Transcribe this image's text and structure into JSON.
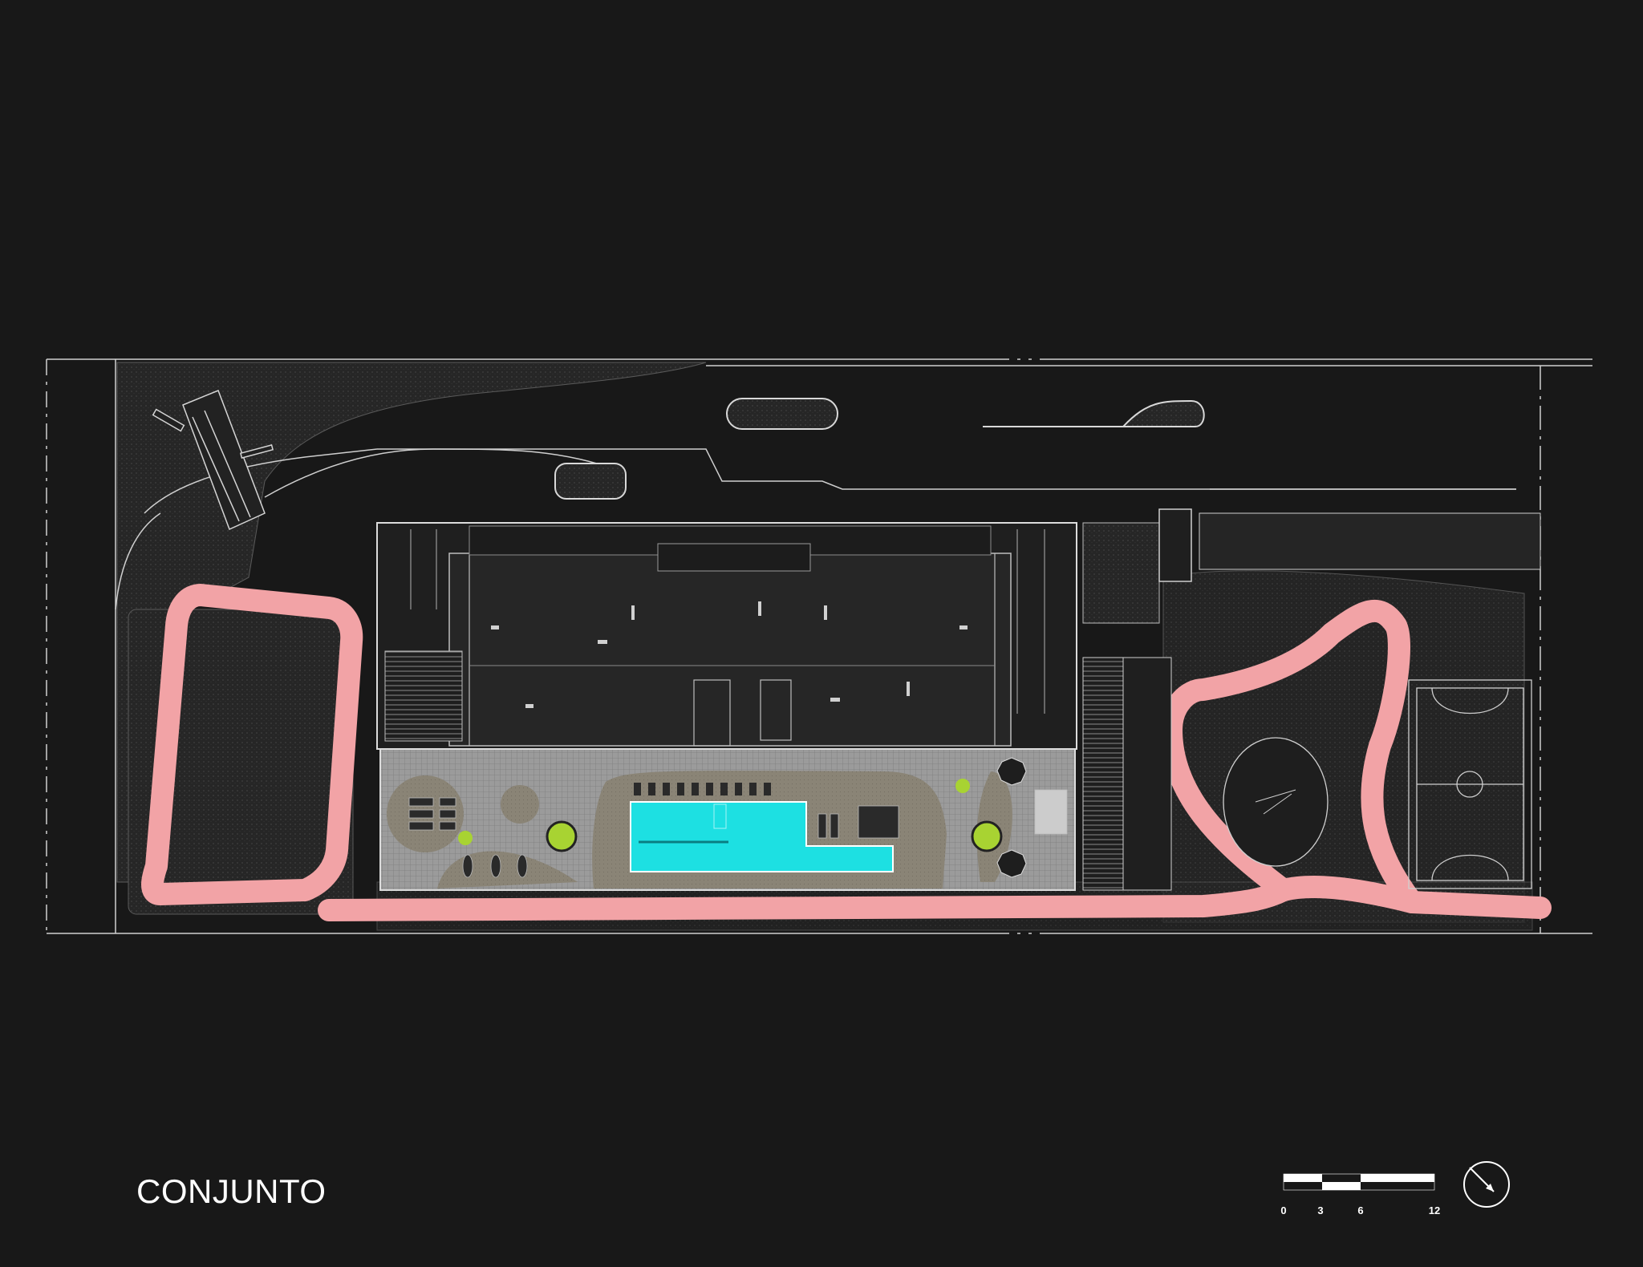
{
  "title": "CONJUNTO",
  "scale_bar": {
    "labels": [
      "0",
      "3",
      "6",
      "12"
    ]
  },
  "colors": {
    "background": "#181818",
    "linework": "#cfcfcf",
    "path": "#f2a3a6",
    "pool": "#1de0e2",
    "deck": "#8a8476",
    "deck_light": "#9b9b9b",
    "vegetation": "#2e2e2e",
    "accent_green": "#a8d332"
  },
  "icons": {
    "north": "north-arrow-icon"
  }
}
